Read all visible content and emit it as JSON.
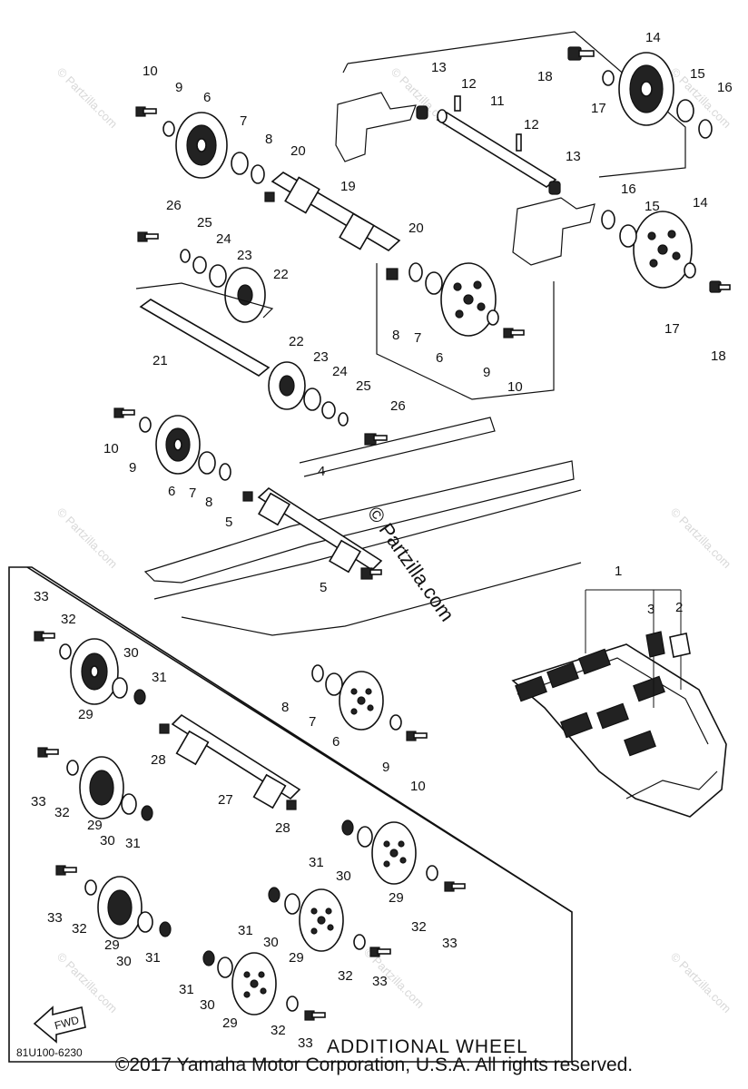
{
  "callouts": [
    {
      "id": "c10a",
      "text": "10"
    },
    {
      "id": "c9a",
      "text": "9"
    },
    {
      "id": "c6a",
      "text": "6"
    },
    {
      "id": "c7a",
      "text": "7"
    },
    {
      "id": "c8a",
      "text": "8"
    },
    {
      "id": "c20a",
      "text": "20"
    },
    {
      "id": "c19",
      "text": "19"
    },
    {
      "id": "c26a",
      "text": "26"
    },
    {
      "id": "c25a",
      "text": "25"
    },
    {
      "id": "c24a",
      "text": "24"
    },
    {
      "id": "c23a",
      "text": "23"
    },
    {
      "id": "c22a",
      "text": "22"
    },
    {
      "id": "c21",
      "text": "21"
    },
    {
      "id": "c22b",
      "text": "22"
    },
    {
      "id": "c23b",
      "text": "23"
    },
    {
      "id": "c24b",
      "text": "24"
    },
    {
      "id": "c25b",
      "text": "25"
    },
    {
      "id": "c26b",
      "text": "26"
    },
    {
      "id": "c13a",
      "text": "13"
    },
    {
      "id": "c12a",
      "text": "12"
    },
    {
      "id": "c11",
      "text": "11"
    },
    {
      "id": "c12b",
      "text": "12"
    },
    {
      "id": "c13b",
      "text": "13"
    },
    {
      "id": "c18a",
      "text": "18"
    },
    {
      "id": "c14a",
      "text": "14"
    },
    {
      "id": "c17a",
      "text": "17"
    },
    {
      "id": "c15a",
      "text": "15"
    },
    {
      "id": "c16a",
      "text": "16"
    },
    {
      "id": "c16b",
      "text": "16"
    },
    {
      "id": "c15b",
      "text": "15"
    },
    {
      "id": "c14b",
      "text": "14"
    },
    {
      "id": "c17b",
      "text": "17"
    },
    {
      "id": "c18b",
      "text": "18"
    },
    {
      "id": "c20b",
      "text": "20"
    },
    {
      "id": "c8b",
      "text": "8"
    },
    {
      "id": "c7b",
      "text": "7"
    },
    {
      "id": "c6b",
      "text": "6"
    },
    {
      "id": "c9b",
      "text": "9"
    },
    {
      "id": "c10b",
      "text": "10"
    },
    {
      "id": "c10c",
      "text": "10"
    },
    {
      "id": "c9c",
      "text": "9"
    },
    {
      "id": "c6c",
      "text": "6"
    },
    {
      "id": "c7c",
      "text": "7"
    },
    {
      "id": "c8c",
      "text": "8"
    },
    {
      "id": "c4",
      "text": "4"
    },
    {
      "id": "c5a",
      "text": "5"
    },
    {
      "id": "c5b",
      "text": "5"
    },
    {
      "id": "c1",
      "text": "1"
    },
    {
      "id": "c3",
      "text": "3"
    },
    {
      "id": "c2",
      "text": "2"
    },
    {
      "id": "c33a",
      "text": "33"
    },
    {
      "id": "c32a",
      "text": "32"
    },
    {
      "id": "c30a",
      "text": "30"
    },
    {
      "id": "c31a",
      "text": "31"
    },
    {
      "id": "c29a",
      "text": "29"
    },
    {
      "id": "c8d",
      "text": "8"
    },
    {
      "id": "c7d",
      "text": "7"
    },
    {
      "id": "c6d",
      "text": "6"
    },
    {
      "id": "c9d",
      "text": "9"
    },
    {
      "id": "c10d",
      "text": "10"
    },
    {
      "id": "c28a",
      "text": "28"
    },
    {
      "id": "c33b",
      "text": "33"
    },
    {
      "id": "c32b",
      "text": "32"
    },
    {
      "id": "c29b",
      "text": "29"
    },
    {
      "id": "c30b",
      "text": "30"
    },
    {
      "id": "c31b",
      "text": "31"
    },
    {
      "id": "c27",
      "text": "27"
    },
    {
      "id": "c28b",
      "text": "28"
    },
    {
      "id": "c31c",
      "text": "31"
    },
    {
      "id": "c30c",
      "text": "30"
    },
    {
      "id": "c29c",
      "text": "29"
    },
    {
      "id": "c32c",
      "text": "32"
    },
    {
      "id": "c33c",
      "text": "33"
    },
    {
      "id": "c33d",
      "text": "33"
    },
    {
      "id": "c32d",
      "text": "32"
    },
    {
      "id": "c29d",
      "text": "29"
    },
    {
      "id": "c30d",
      "text": "30"
    },
    {
      "id": "c31d",
      "text": "31"
    },
    {
      "id": "c31e",
      "text": "31"
    },
    {
      "id": "c30e",
      "text": "30"
    },
    {
      "id": "c29e",
      "text": "29"
    },
    {
      "id": "c32e",
      "text": "32"
    },
    {
      "id": "c33e",
      "text": "33"
    },
    {
      "id": "c31f",
      "text": "31"
    },
    {
      "id": "c30f",
      "text": "30"
    },
    {
      "id": "c29f",
      "text": "29"
    },
    {
      "id": "c32f",
      "text": "32"
    },
    {
      "id": "c33f",
      "text": "33"
    }
  ],
  "additional_wheel_label": "ADDITIONAL WHEEL",
  "diagram_code": "81U100-6230",
  "center_watermark": "© Partzilla.com",
  "watermark_text": "© Partzilla.com",
  "forward_arrow_label": "FWD",
  "copyright": "©2017 Yamaha Motor Corporation, U.S.A. All rights reserved."
}
